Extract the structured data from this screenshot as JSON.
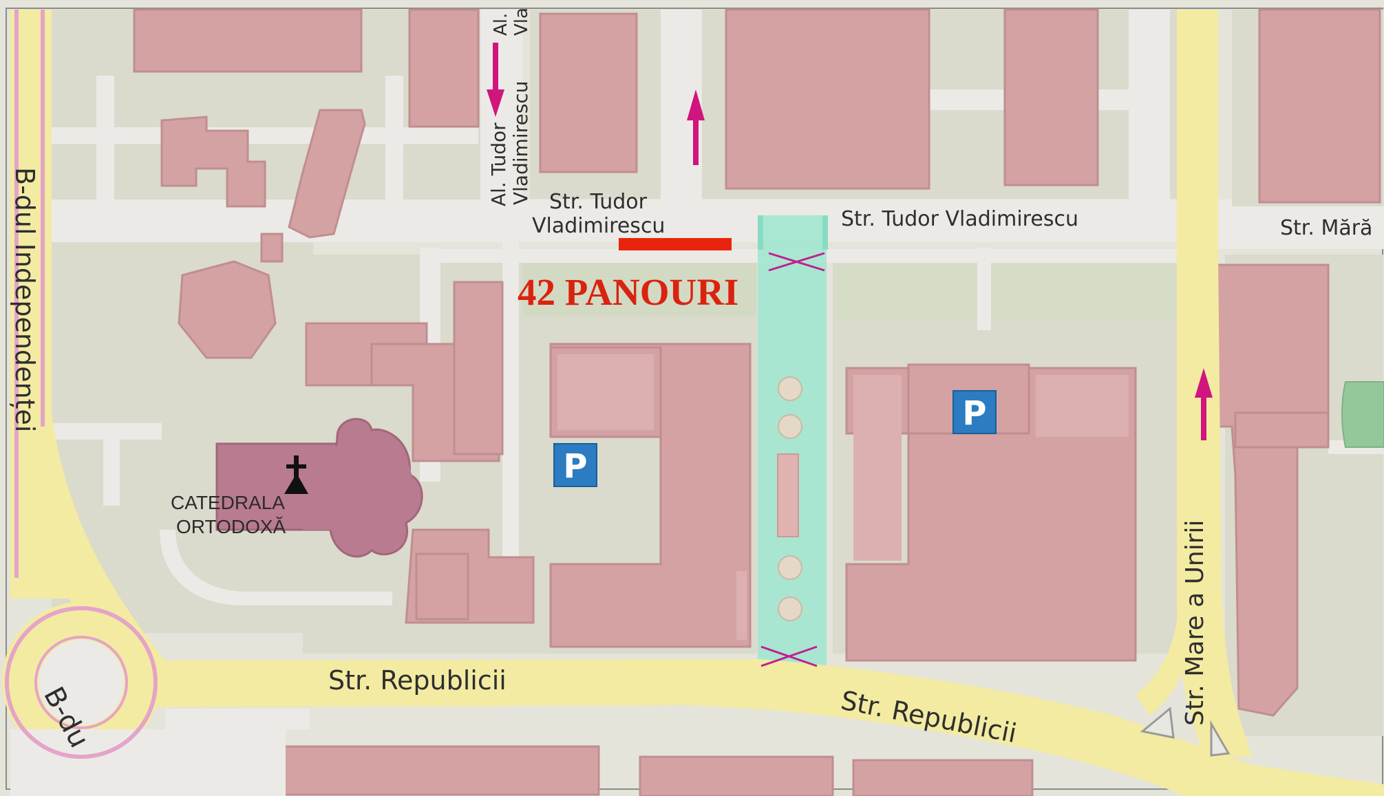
{
  "map": {
    "annotation_title": "42 PANOURI",
    "poi": {
      "cathedral_line1": "CATEDRALA",
      "cathedral_line2": "ORTODOXĂ",
      "parking_symbol": "P"
    },
    "streets": {
      "al_tudor_vladimirescu_line1": "Al. Tudor",
      "al_tudor_vladimirescu_line2": "Vladimirescu",
      "al_top_line1": "Al.",
      "al_top_line2": "Vla",
      "str_tudor_line1": "Str. Tudor",
      "str_tudor_line2": "Vladimirescu",
      "str_tudor_vladimirescu": "Str. Tudor Vladimirescu",
      "str_marasesti_partial": "Str. Mără",
      "bdul_independentei": "B-dul Independenței",
      "bdul_partial": "B-du",
      "str_republicii_left": "Str. Republicii",
      "str_republicii_right": "Str. Republicii",
      "str_mare_a_unirii": "Str. Mare a Unirii"
    },
    "icons": [
      "parking-icon",
      "church-cross-icon",
      "one-way-arrow-icon",
      "closure-x-icon"
    ],
    "colors": {
      "building": "#d4a0a0",
      "building_edge": "#bf8a8c",
      "major_road": "#f3eba0",
      "secondary_road": "#ebe9e6",
      "block": "#dcdcd0",
      "pedestrian_zone": "#9ee6cf",
      "one_way_arrow": "#d0157e",
      "annotation_red": "#d9230f",
      "parking_blue": "#2b7cc0",
      "cathedral": "#b77a90",
      "boulevard_pink": "#e4a4c8"
    }
  }
}
